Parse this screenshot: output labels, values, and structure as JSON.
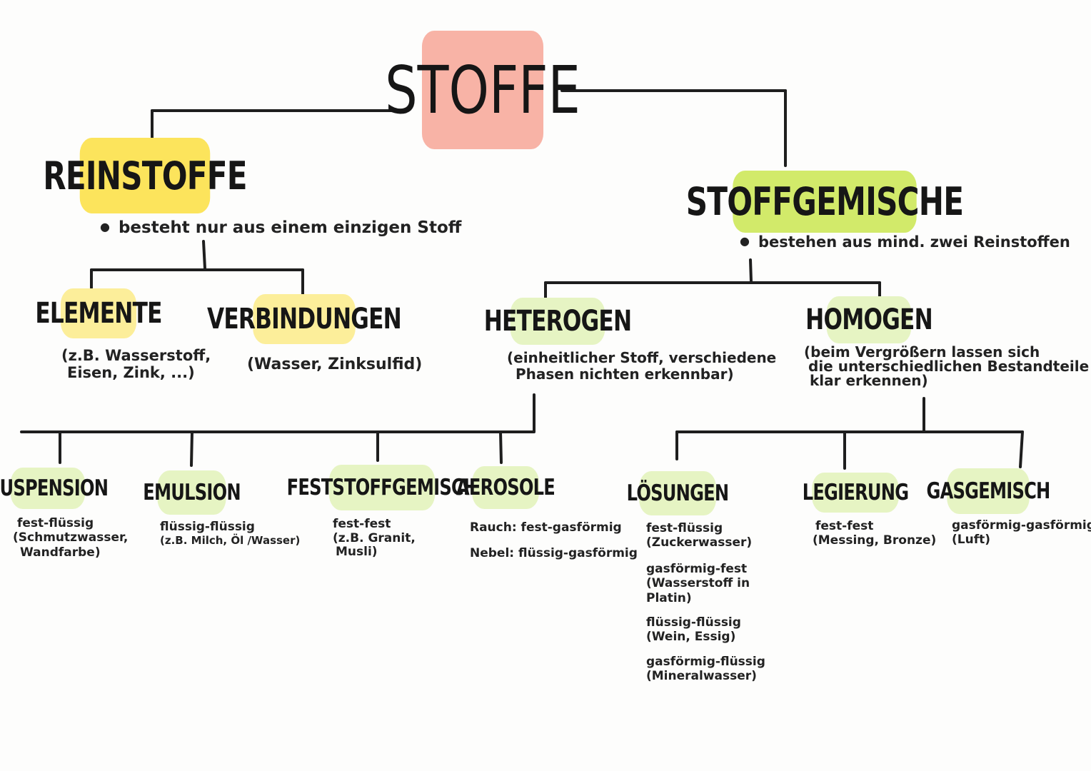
{
  "colors": {
    "root": "#f8b3a6",
    "reinstoffe": "#fce45c",
    "reinstoffe_sub": "#fcee9a",
    "gemische": "#d2ea6a",
    "gemische_sub": "#e6f4c3"
  },
  "root": {
    "label": "STOFFE"
  },
  "reinstoffe": {
    "label": "REINSTOFFE",
    "desc": "besteht nur aus einem einzigen Stoff",
    "elemente": {
      "label": "ELEMENTE",
      "note_1": "(z.B. Wasserstoff,",
      "note_2": "Eisen, Zink, ...)"
    },
    "verbindungen": {
      "label": "VERBINDUNGEN",
      "note": "(Wasser, Zinksulfid)"
    }
  },
  "gemische": {
    "label": "STOFFGEMISCHE",
    "desc": "bestehen aus mind. zwei Reinstoffen",
    "heterogen": {
      "label": "HETEROGEN",
      "note_1": "(einheitlicher Stoff, verschiedene",
      "note_2": "Phasen nichten erkennbar)"
    },
    "homogen": {
      "label": "HOMOGEN",
      "note_1": "(beim Vergrößern lassen sich",
      "note_2": "die unterschiedlichen Bestandteile",
      "note_3": "klar erkennen)"
    },
    "suspension": {
      "label": "SUSPENSION",
      "l1": "fest-flüssig",
      "l2": "(Schmutzwasser,",
      "l3": "Wandfarbe)"
    },
    "emulsion": {
      "label": "EMULSION",
      "l1": "flüssig-flüssig",
      "l2": "(z.B. Milch, Öl /Wasser)"
    },
    "feststoffgemisch": {
      "label": "FESTSTOFFGEMISCH",
      "l1": "fest-fest",
      "l2": "(z.B. Granit,",
      "l3": "Musli)"
    },
    "aerosole": {
      "label": "AEROSOLE",
      "l1": "Rauch: fest-gasförmig",
      "l2": "Nebel: flüssig-gasförmig"
    },
    "loesungen": {
      "label": "LÖSUNGEN",
      "a1": "fest-flüssig",
      "a2": "(Zuckerwasser)",
      "b1": "gasförmig-fest",
      "b2": "(Wasserstoff in",
      "b3": "Platin)",
      "c1": "flüssig-flüssig",
      "c2": "(Wein, Essig)",
      "d1": "gasförmig-flüssig",
      "d2": "(Mineralwasser)"
    },
    "legierung": {
      "label": "LEGIERUNG",
      "l1": "fest-fest",
      "l2": "(Messing, Bronze)"
    },
    "gasgemisch": {
      "label": "GASGEMISCH",
      "l1": "gasförmig-gasförmig",
      "l2": "(Luft)"
    }
  }
}
